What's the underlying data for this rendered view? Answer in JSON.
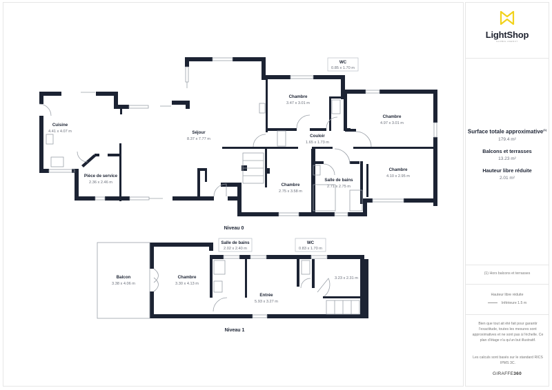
{
  "brand": {
    "logo_icon": "bowtie-logo-icon",
    "name": "LightShop",
    "tagline": "GLOBAL AGENCY",
    "accent_color": "#f2d21b"
  },
  "summary": {
    "total_title": "Surface totale approximative",
    "total_footnote": "(1)",
    "total_value": "179.4 m²",
    "balcony_title": "Balcons et terrasses",
    "balcony_value": "13.23 m²",
    "reduced_title": "Hauteur libre réduite",
    "reduced_value": "2.01 m²"
  },
  "footnote": "(1) Hors balcons et terrasses",
  "legend": {
    "title": "Hauteur libre réduite",
    "item": "Inférieure 1.5 m"
  },
  "disclaimer": "Bien que tout ait été fait pour garantir l'exactitude, toutes les mesures sont approximatives et ne sont pas à l'échelle. Ce plan d'étage n'a qu'un but illustratif.",
  "standard": "Les calculs sont basés sur le standard RICS IPMS 3C.",
  "provider": {
    "prefix": "GIRAFFE",
    "suffix": "360"
  },
  "colors": {
    "wall": "#1c2333",
    "text_muted": "#6a6f7a",
    "border": "#e6e6e6"
  },
  "levels": [
    {
      "name": "Niveau 0",
      "rooms": [
        {
          "name": "Cuisine",
          "dims": "4.41 x 4.07 m"
        },
        {
          "name": "Pièce de service",
          "dims": "2.36 x 2.46 m"
        },
        {
          "name": "Séjour",
          "dims": "8.37 x 7.77 m"
        },
        {
          "name": "Chambre",
          "dims": "3.47 x 3.01 m"
        },
        {
          "name": "WC",
          "dims": "0.85 x 1.70 m"
        },
        {
          "name": "Chambre",
          "dims": "4.97 x 3.01 m"
        },
        {
          "name": "Couloir",
          "dims": "1.65 x 1.73 m"
        },
        {
          "name": "Chambre",
          "dims": "4.10 x 2.95 m"
        },
        {
          "name": "Chambre",
          "dims": "2.75 x 3.58 m"
        },
        {
          "name": "Salle de bains",
          "dims": "2.71 x 2.75 m"
        }
      ]
    },
    {
      "name": "Niveau 1",
      "rooms": [
        {
          "name": "Balcon",
          "dims": "3.38 x 4.06 m"
        },
        {
          "name": "Chambre",
          "dims": "3.30 x 4.13 m"
        },
        {
          "name": "Salle de bains",
          "dims": "2.02 x 2.40 m"
        },
        {
          "name": "WC",
          "dims": "0.83 x 1.70 m"
        },
        {
          "name": "Entrée",
          "dims": "5.93 x 3.27 m"
        },
        {
          "name": "",
          "dims": "3.23 x 2.31 m"
        }
      ]
    }
  ]
}
